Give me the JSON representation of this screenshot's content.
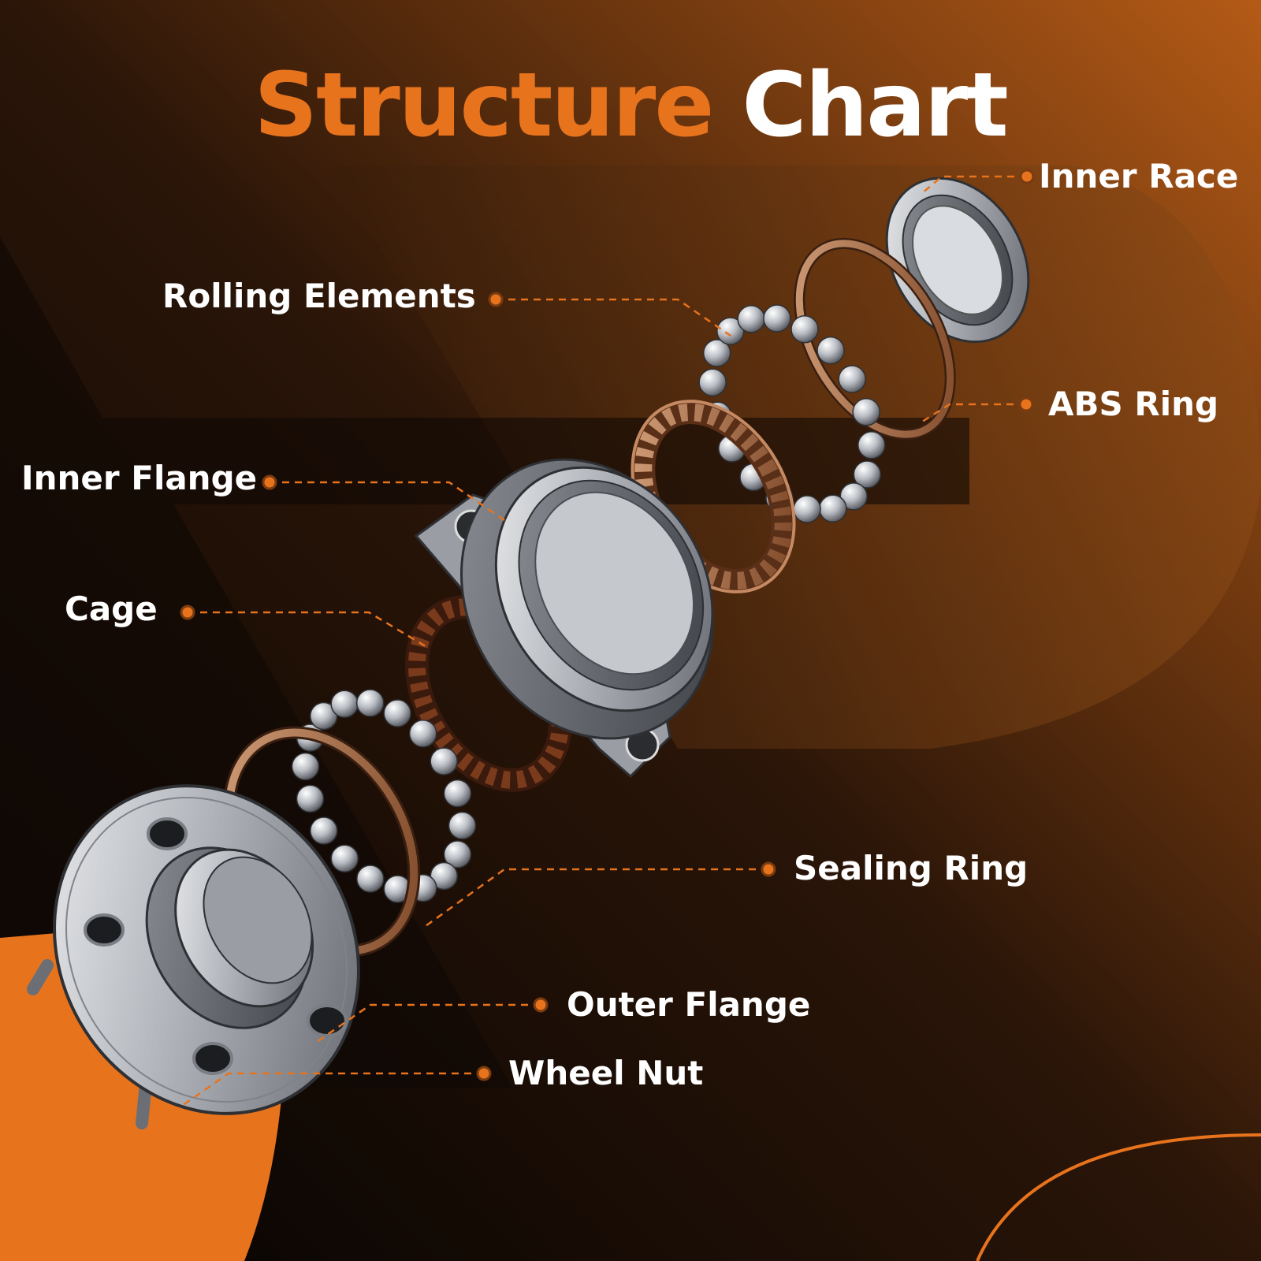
{
  "title": {
    "word1": "Structure",
    "word2": "Chart"
  },
  "colors": {
    "accent": "#e8731d",
    "background": "#0b0604",
    "text": "#ffffff"
  },
  "labels": {
    "inner_race": "Inner Race",
    "rolling_elements": "Rolling Elements",
    "abs_ring": "ABS Ring",
    "inner_flange": "Inner Flange",
    "cage": "Cage",
    "sealing_ring": "Sealing Ring",
    "outer_flange": "Outer Flange",
    "wheel_nut": "Wheel Nut"
  }
}
